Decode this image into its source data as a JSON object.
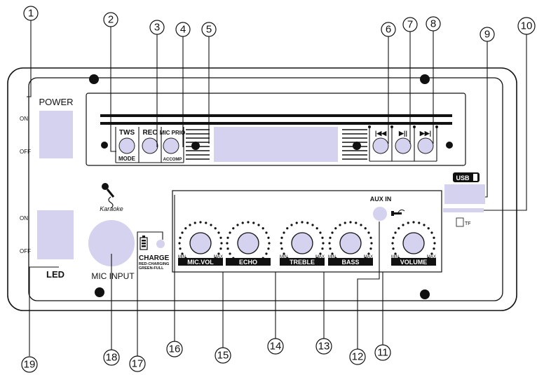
{
  "power": {
    "title": "POWER",
    "on": "ON",
    "off": "OFF"
  },
  "led": {
    "title": "LED",
    "on": "ON",
    "off": "OFF"
  },
  "display_buttons": [
    {
      "id": "tws",
      "top": "TWS",
      "bottom": "MODE"
    },
    {
      "id": "rec",
      "top": "REC",
      "bottom": ""
    },
    {
      "id": "prio",
      "top": "MIC PRIO",
      "bottom": "ACCOMP"
    }
  ],
  "transport": [
    "|◀◀",
    "▶||",
    "▶▶|"
  ],
  "usb": {
    "label": "USB"
  },
  "tf": {
    "label": "TF"
  },
  "mic_input": {
    "label": "MIC INPUT",
    "brand": "Karaoke"
  },
  "charge": {
    "label": "CHARGE",
    "line1": "RED-CHARGING",
    "line2": "GREEN-FULL"
  },
  "aux_in": {
    "label": "AUX IN"
  },
  "knobs": [
    {
      "label": "MIC.VOL",
      "min": "MIN",
      "max": "MAX"
    },
    {
      "label": "ECHO",
      "min": "",
      "max": ""
    },
    {
      "label": "TREBLE",
      "min": "MIN",
      "max": "MAX"
    },
    {
      "label": "BASS",
      "min": "MIN",
      "max": "MAX"
    },
    {
      "label": "VOLUME",
      "min": "MIN",
      "max": "MAX"
    }
  ],
  "callouts": [
    "1",
    "2",
    "3",
    "4",
    "5",
    "6",
    "7",
    "8",
    "9",
    "10",
    "11",
    "12",
    "13",
    "14",
    "15",
    "16",
    "17",
    "18",
    "19"
  ]
}
